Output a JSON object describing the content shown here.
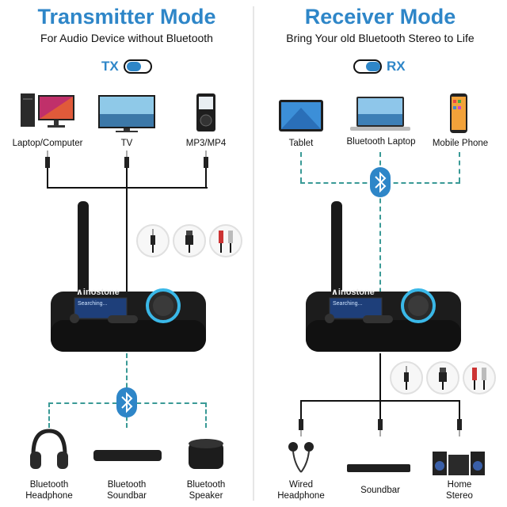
{
  "colors": {
    "accent": "#2e86c8",
    "dash": "#3a9a96",
    "device": "#1c1c1c"
  },
  "transmitter": {
    "title": "Transmitter Mode",
    "subtitle": "For Audio Device without Bluetooth",
    "mode_label": "TX",
    "sources": [
      {
        "label": "Laptop/Computer",
        "icon": "desktop-computer-icon"
      },
      {
        "label": "TV",
        "icon": "tv-icon"
      },
      {
        "label": "MP3/MP4",
        "icon": "mp3-player-icon"
      }
    ],
    "connectors": [
      "aux-jack-icon",
      "optical-connector-icon",
      "rca-connector-icon"
    ],
    "device": {
      "brand": "∧inostone",
      "screen_text": "Searching..."
    },
    "outputs": [
      {
        "label_line1": "Bluetooth",
        "label_line2": "Headphone",
        "icon": "headphone-icon"
      },
      {
        "label_line1": "Bluetooth",
        "label_line2": "Soundbar",
        "icon": "soundbar-icon"
      },
      {
        "label_line1": "Bluetooth",
        "label_line2": "Speaker",
        "icon": "speaker-icon"
      }
    ]
  },
  "receiver": {
    "title": "Receiver Mode",
    "subtitle": "Bring Your old Bluetooth Stereo to Life",
    "mode_label": "RX",
    "sources": [
      {
        "label": "Tablet",
        "icon": "tablet-icon"
      },
      {
        "label": "Bluetooth Laptop",
        "icon": "laptop-icon"
      },
      {
        "label": "Mobile Phone",
        "icon": "mobile-phone-icon"
      }
    ],
    "connectors": [
      "aux-jack-icon",
      "optical-connector-icon",
      "rca-connector-icon"
    ],
    "device": {
      "brand": "∧inostone",
      "screen_text": "Searching..."
    },
    "outputs": [
      {
        "label_line1": "Wired",
        "label_line2": "Headphone",
        "icon": "earphones-icon"
      },
      {
        "label_line1": "Soundbar",
        "label_line2": "",
        "icon": "soundbar-icon"
      },
      {
        "label_line1": "Home",
        "label_line2": "Stereo",
        "icon": "home-stereo-icon"
      }
    ]
  }
}
